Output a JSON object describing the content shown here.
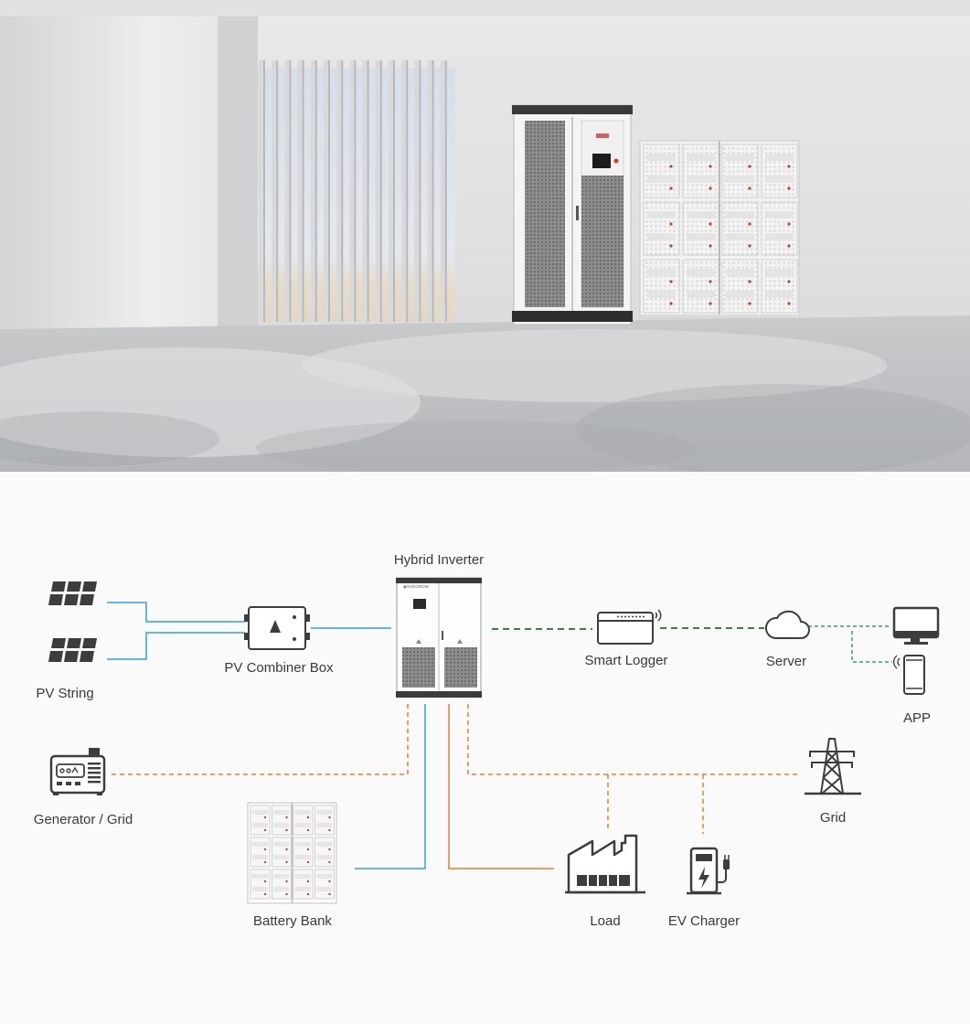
{
  "scene": {
    "description_icon": "room-with-inverter-and-battery-cabinets"
  },
  "diagram": {
    "labels": {
      "pv_string": "PV String",
      "pv_combiner_box": "PV Combiner Box",
      "hybrid_inverter": "Hybrid Inverter",
      "smart_logger": "Smart Logger",
      "server": "Server",
      "app": "APP",
      "generator_grid": "Generator / Grid",
      "grid": "Grid",
      "battery_bank": "Battery Bank",
      "load": "Load",
      "ev_charger": "EV Charger"
    },
    "colors": {
      "pv_line": "#2e9fe6",
      "comm_line": "#2a8a3e",
      "server_line": "#2aa37a",
      "ac_line": "#ef7d2e",
      "icon": "#3d3d3d"
    }
  }
}
